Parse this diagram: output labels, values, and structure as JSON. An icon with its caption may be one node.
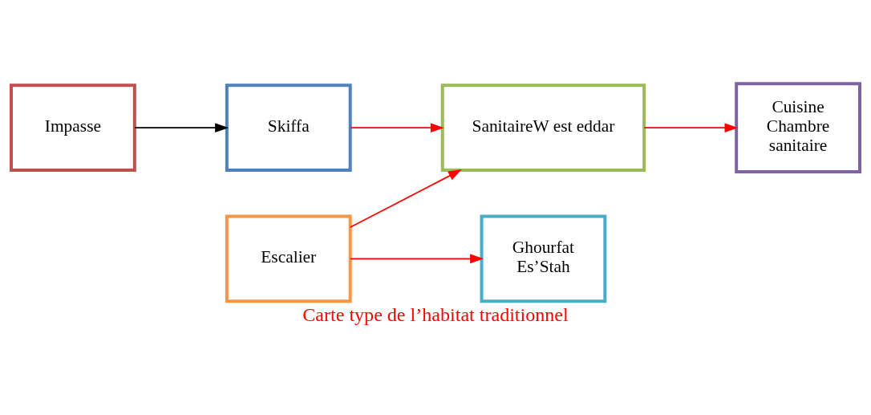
{
  "diagram": {
    "caption": "Carte type de l’habitat traditionnel",
    "nodes": [
      {
        "text": [
          "Impasse"
        ]
      },
      {
        "text": [
          "Skiffa"
        ]
      },
      {
        "text": [
          "SanitaireW est eddar"
        ]
      },
      {
        "text": [
          "Cuisine",
          "Chambre",
          "sanitaire"
        ]
      },
      {
        "text": [
          "Escalier"
        ]
      },
      {
        "text": [
          "Ghourfat",
          "Es’Stah"
        ]
      }
    ],
    "edges": [
      {
        "from": 0,
        "to": 1,
        "arrow": "to",
        "color": "#000000"
      },
      {
        "from": 1,
        "to": 2,
        "arrow": "to"
      },
      {
        "from": 2,
        "to": 3,
        "arrow": "to"
      },
      {
        "from": 4,
        "to": 2,
        "arrow": "to"
      },
      {
        "from": 4,
        "to": 5,
        "arrow": "to"
      }
    ]
  }
}
